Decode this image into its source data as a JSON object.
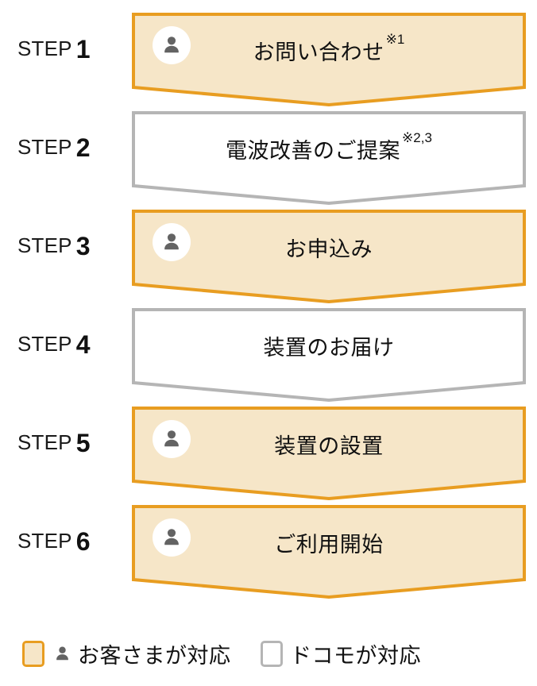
{
  "flow": {
    "step_word": "STEP",
    "steps": [
      {
        "number": "1",
        "label": "お問い合わせ",
        "note": "※1",
        "actor": "customer",
        "has_person_icon": true,
        "border_color": "#E89D21",
        "fill_color": "#F6E6C8"
      },
      {
        "number": "2",
        "label": "電波改善のご提案",
        "note": "※2,3",
        "actor": "docomo",
        "has_person_icon": false,
        "border_color": "#B5B5B5",
        "fill_color": "#FFFFFF"
      },
      {
        "number": "3",
        "label": "お申込み",
        "note": "",
        "actor": "customer",
        "has_person_icon": true,
        "border_color": "#E89D21",
        "fill_color": "#F6E6C8"
      },
      {
        "number": "4",
        "label": "装置のお届け",
        "note": "",
        "actor": "docomo",
        "has_person_icon": false,
        "border_color": "#B5B5B5",
        "fill_color": "#FFFFFF"
      },
      {
        "number": "5",
        "label": "装置の設置",
        "note": "",
        "actor": "customer",
        "has_person_icon": true,
        "border_color": "#E89D21",
        "fill_color": "#F6E6C8"
      },
      {
        "number": "6",
        "label": "ご利用開始",
        "note": "",
        "actor": "customer",
        "has_person_icon": true,
        "border_color": "#E89D21",
        "fill_color": "#F6E6C8"
      }
    ]
  },
  "legend": {
    "items": [
      {
        "label": "お客さまが対応",
        "swatch_fill": "#F6E6C8",
        "swatch_border": "#E89D21",
        "has_person_icon": true
      },
      {
        "label": "ドコモが対応",
        "swatch_fill": "#FFFFFF",
        "swatch_border": "#B5B5B5",
        "has_person_icon": false
      }
    ]
  },
  "colors": {
    "customer_border": "#E89D21",
    "customer_fill": "#F6E6C8",
    "docomo_border": "#B5B5B5",
    "docomo_fill": "#FFFFFF",
    "person_icon": "#636363",
    "text": "#111111"
  }
}
